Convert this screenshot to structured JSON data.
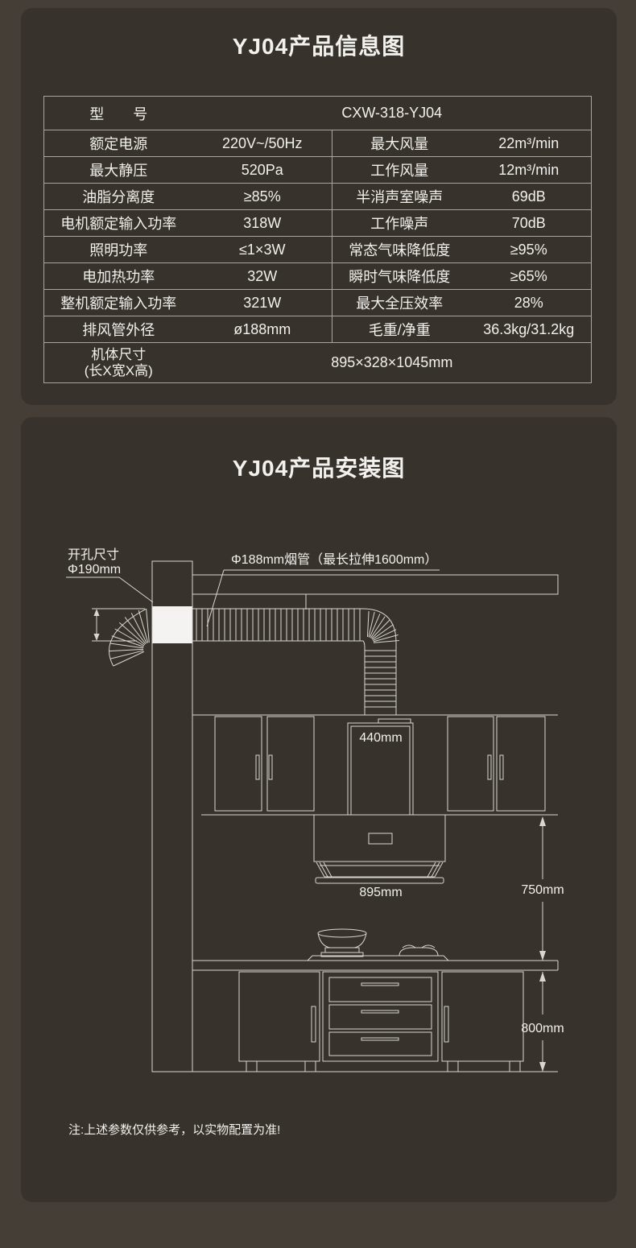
{
  "page": {
    "bg": "#453e37",
    "card_bg": "#37322b",
    "text_color": "#f2f1ee",
    "table_border_color": "#a9a59f",
    "diagram_line_color": "#d9d6d0"
  },
  "info_card": {
    "title": "YJ04产品信息图",
    "table": {
      "model_label": "型　　号",
      "model_value": "CXW-318-YJ04",
      "rows": [
        [
          "额定电源",
          "220V~/50Hz",
          "最大风量",
          "22m³/min"
        ],
        [
          "最大静压",
          "520Pa",
          "工作风量",
          "12m³/min"
        ],
        [
          "油脂分离度",
          "≥85%",
          "半消声室噪声",
          "69dB"
        ],
        [
          "电机额定输入功率",
          "318W",
          "工作噪声",
          "70dB"
        ],
        [
          "照明功率",
          "≤1×3W",
          "常态气味降低度",
          "≥95%"
        ],
        [
          "电加热功率",
          "32W",
          "瞬时气味降低度",
          "≥65%"
        ],
        [
          "整机额定输入功率",
          "321W",
          "最大全压效率",
          "28%"
        ],
        [
          "排风管外径",
          "ø188mm",
          "毛重/净重",
          "36.3kg/31.2kg"
        ]
      ],
      "size_label_line1": "机体尺寸",
      "size_label_line2": "(长X宽X高)",
      "size_value": "895×328×1045mm"
    }
  },
  "install_card": {
    "title": "YJ04产品安装图",
    "labels": {
      "hole_size_line1": "开孔尺寸",
      "hole_size_line2": "Φ190mm",
      "pipe_label": "Φ188mm烟管（最长拉伸1600mm）",
      "hood_top_width": "440mm",
      "hood_width": "895mm",
      "dim_hood_to_counter": "750mm",
      "dim_counter_height": "800mm"
    },
    "note": "注:上述参数仅供参考，以实物配置为准!"
  }
}
